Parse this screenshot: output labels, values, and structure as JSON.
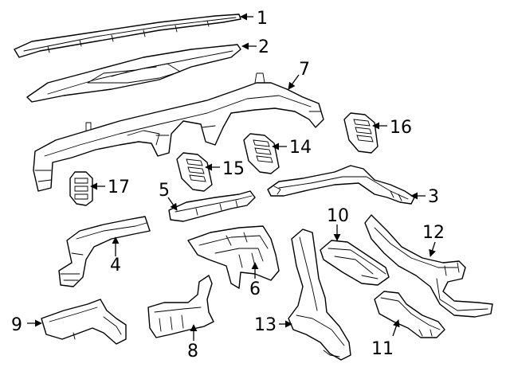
{
  "diagram": {
    "callouts": [
      {
        "id": "c1",
        "label": "1"
      },
      {
        "id": "c2",
        "label": "2"
      },
      {
        "id": "c3",
        "label": "3"
      },
      {
        "id": "c4",
        "label": "4"
      },
      {
        "id": "c5",
        "label": "5"
      },
      {
        "id": "c6",
        "label": "6"
      },
      {
        "id": "c7",
        "label": "7"
      },
      {
        "id": "c8",
        "label": "8"
      },
      {
        "id": "c9",
        "label": "9"
      },
      {
        "id": "c10",
        "label": "10"
      },
      {
        "id": "c11",
        "label": "11"
      },
      {
        "id": "c12",
        "label": "12"
      },
      {
        "id": "c13",
        "label": "13"
      },
      {
        "id": "c14",
        "label": "14"
      },
      {
        "id": "c15",
        "label": "15"
      },
      {
        "id": "c16",
        "label": "16"
      },
      {
        "id": "c17",
        "label": "17"
      }
    ]
  },
  "colors": {
    "line": "#000000",
    "background": "#ffffff"
  }
}
